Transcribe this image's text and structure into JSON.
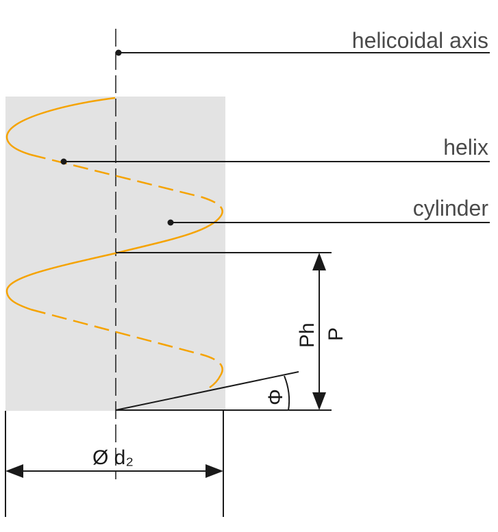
{
  "labels": {
    "helicoidal_axis": "helicoidal axis",
    "helix": "helix",
    "cylinder": "cylinder",
    "lead": "Ph",
    "pitch": "P",
    "angle": "Φ",
    "diameter": "Ø d₂"
  },
  "colors": {
    "helix": "#f5a300",
    "cylinder": "#e3e3e3",
    "line": "#1a1a1a"
  }
}
